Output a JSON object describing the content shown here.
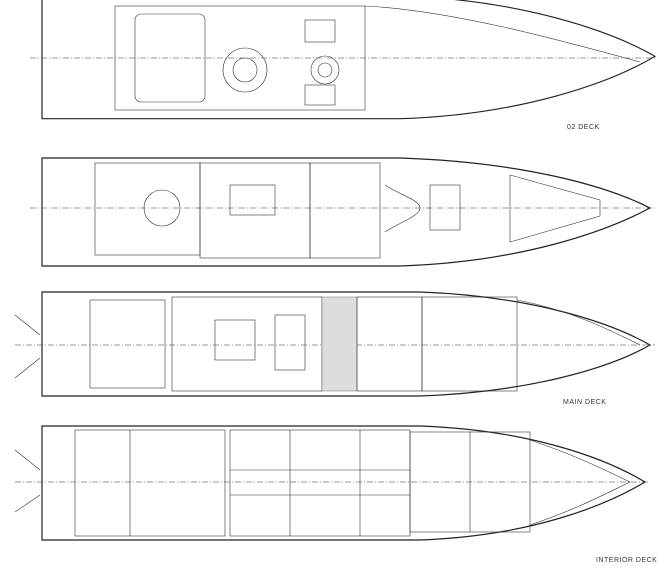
{
  "decks": [
    {
      "label": "02 DECK"
    },
    {
      "label": ""
    },
    {
      "label": "MAIN DECK"
    },
    {
      "label": "INTERIOR DECK"
    }
  ]
}
